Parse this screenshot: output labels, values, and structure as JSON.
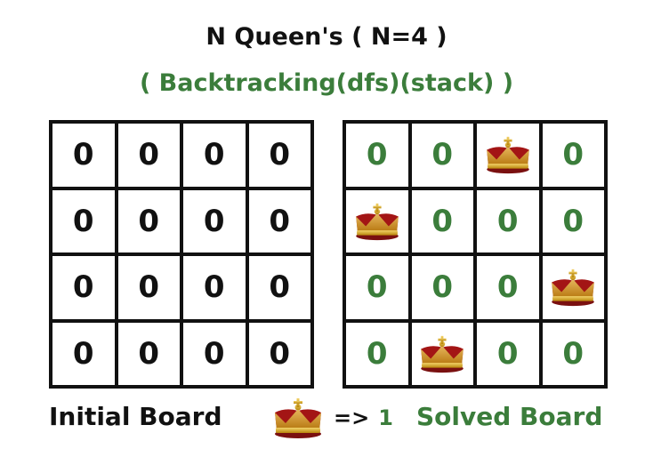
{
  "title": "N Queen's ( N=4 )",
  "subtitle": "( Backtracking(dfs)(stack) )",
  "initial_board": {
    "label": "Initial Board",
    "cells": [
      [
        "0",
        "0",
        "0",
        "0"
      ],
      [
        "0",
        "0",
        "0",
        "0"
      ],
      [
        "0",
        "0",
        "0",
        "0"
      ],
      [
        "0",
        "0",
        "0",
        "0"
      ]
    ]
  },
  "solved_board": {
    "label": "Solved Board",
    "cells": [
      [
        "0",
        "0",
        "queen",
        "0"
      ],
      [
        "queen",
        "0",
        "0",
        "0"
      ],
      [
        "0",
        "0",
        "0",
        "queen"
      ],
      [
        "0",
        "queen",
        "0",
        "0"
      ]
    ]
  },
  "legend": {
    "icon": "crown-icon",
    "arrow": "=>",
    "value": "1"
  },
  "colors": {
    "accent": "#3b7d3b",
    "text": "#111111",
    "grid": "#111111"
  }
}
